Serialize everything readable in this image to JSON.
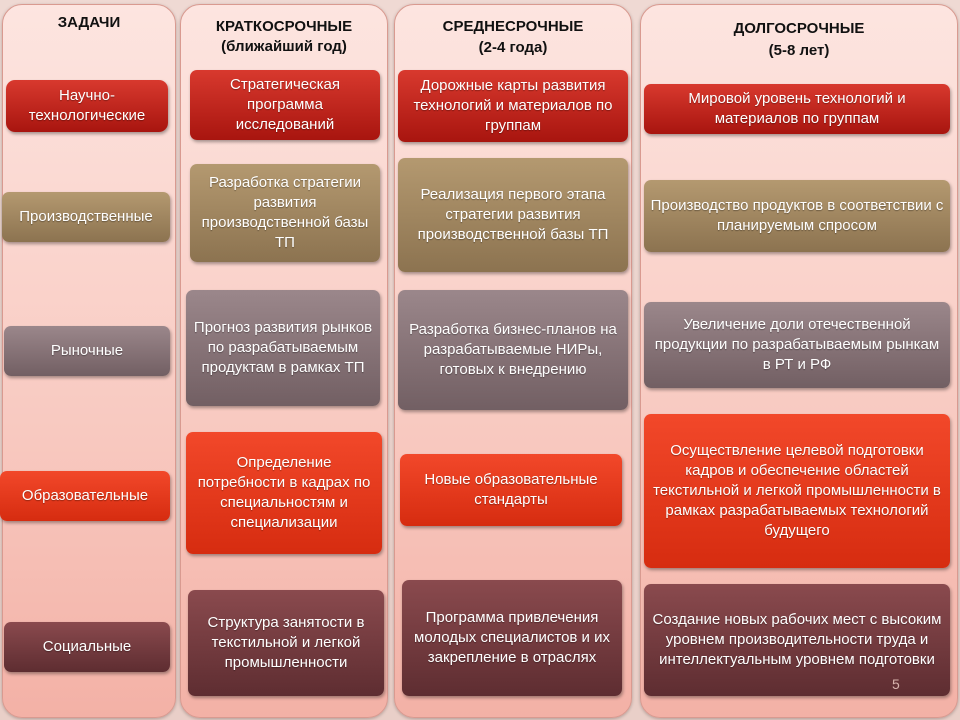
{
  "columns": [
    {
      "title": "ЗАДАЧИ",
      "subtitle": ""
    },
    {
      "title": "КРАТКОСРОЧНЫЕ",
      "subtitle": "(ближайший год)"
    },
    {
      "title": "СРЕДНЕСРОЧНЫЕ",
      "subtitle": "(2-4 года)"
    },
    {
      "title": "ДОЛГОСРОЧНЫЕ",
      "subtitle": "(5-8 лет)"
    }
  ],
  "tasks": [
    "Научно-технологические",
    "Производственные",
    "Рыночные",
    "Образовательные",
    "Социальные"
  ],
  "short_term": [
    "Стратегическая программа исследований",
    "Разработка стратегии развития производственной базы ТП",
    "Прогноз развития рынков по разрабатываемым продуктам в рамках ТП",
    "Определение потребности в кадрах по специальностям и специализации",
    "Структура занятости в текстильной и легкой промышленности"
  ],
  "mid_term": [
    "Дорожные карты развития технологий и материалов по группам",
    "Реализация первого этапа стратегии развития производственной базы ТП",
    "Разработка бизнес-планов на разрабатываемые НИРы, готовых к внедрению",
    "Новые образовательные стандарты",
    "Программа привлечения молодых специалистов и их закрепление в отраслях"
  ],
  "long_term": [
    "Мировой уровень технологий и материалов по группам",
    "Производство продуктов в соответствии с планируемым спросом",
    "Увеличение доли отечественной продукции по разрабатываемым рынкам в РТ и РФ",
    "Осуществление целевой подготовки кадров и обеспечение областей текстильной и легкой промышленности в рамках разрабатываемых технологий будущего",
    "Создание новых рабочих мест с высоким уровнем производительности труда и интеллектуальным уровнем подготовки"
  ],
  "page_number": "5",
  "colors": {
    "scientific": "#b81f17",
    "production": "#9e8460",
    "market": "#857175",
    "education": "#e43a1c",
    "social": "#73393d"
  }
}
